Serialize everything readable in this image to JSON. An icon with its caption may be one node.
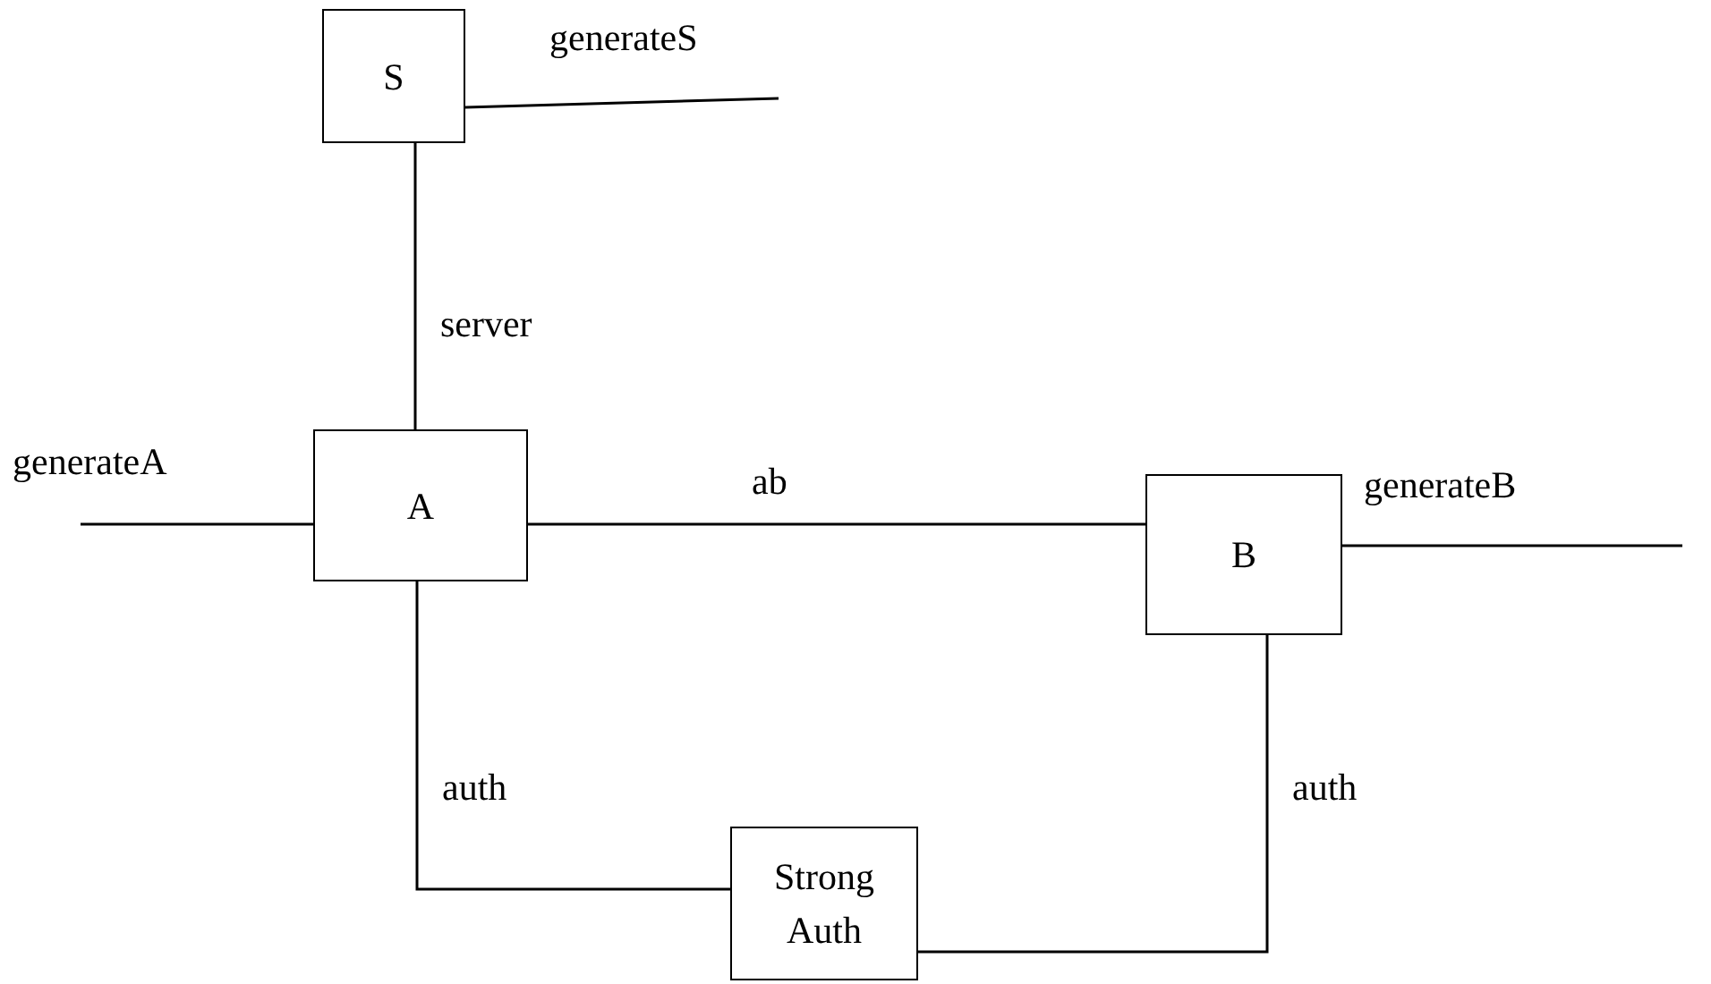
{
  "diagram": {
    "nodes": [
      {
        "text": [
          "S"
        ]
      },
      {
        "text": [
          "A"
        ]
      },
      {
        "text": [
          "B"
        ]
      },
      {
        "text": [
          "Strong Auth"
        ]
      }
    ],
    "edges": [
      {
        "from": 0,
        "to": null,
        "arrow": "none",
        "label": "generateS"
      },
      {
        "from": 0,
        "to": 1,
        "arrow": "none",
        "label": "server"
      },
      {
        "from": null,
        "to": 1,
        "arrow": "none",
        "label": "generateA"
      },
      {
        "from": 1,
        "to": 2,
        "arrow": "none",
        "label": "ab"
      },
      {
        "from": 2,
        "to": null,
        "arrow": "none",
        "label": "generateB"
      },
      {
        "from": 1,
        "to": 3,
        "arrow": "none",
        "label": "auth"
      },
      {
        "from": 3,
        "to": 2,
        "arrow": "none",
        "label": "auth"
      }
    ]
  }
}
